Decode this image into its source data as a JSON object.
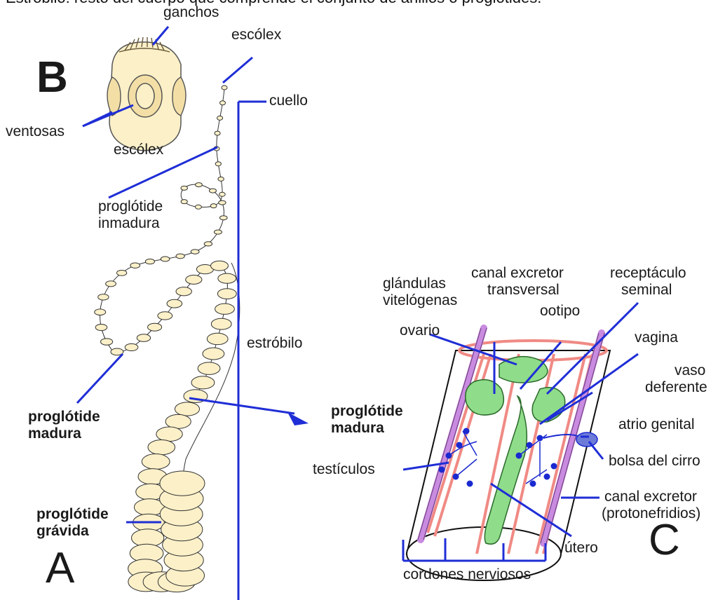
{
  "caption": "Estróbilo: resto del cuerpo que comprende el conjunto de anillos o proglótides.",
  "panel_labels": {
    "a": "A",
    "b": "B",
    "c": "C"
  },
  "labels": {
    "ganchos": "ganchos",
    "escolex_top": "escólex",
    "cuello": "cuello",
    "ventosas": "ventosas",
    "escolex_b": "escólex",
    "proglotide_inmadura_1": "proglótide",
    "proglotide_inmadura_2": "inmadura",
    "proglotide_madura_a_1": "proglótide",
    "proglotide_madura_a_2": "madura",
    "proglotide_gravida_1": "proglótide",
    "proglotide_gravida_2": "grávida",
    "estrobilo": "estróbilo",
    "proglotide_madura_c_1": "proglótide",
    "proglotide_madura_c_2": "madura",
    "glandulas_1": "glándulas",
    "glandulas_2": "vitelógenas",
    "canal_transversal_1": "canal excretor",
    "canal_transversal_2": "transversal",
    "receptaculo_1": "receptáculo",
    "receptaculo_2": "seminal",
    "ootipo": "ootipo",
    "ovario": "ovario",
    "vagina": "vagina",
    "vaso_1": "vaso",
    "vaso_2": "deferente",
    "atrio_genital": "atrio genital",
    "bolsa_cirro": "bolsa del cirro",
    "testiculos": "testículos",
    "canal_excretor_1": "canal excretor",
    "canal_excretor_2": "(protonefridios)",
    "utero": "útero",
    "cordones": "cordones nerviosos"
  },
  "colors": {
    "leader_line": "#1f2ed6",
    "segment_fill": "#fbf0c8",
    "outline": "#333333",
    "canal_purple": "#c98be0",
    "nerve_pink": "#f08a84",
    "gland_green": "#8fdc8a",
    "testis_blue": "#1a2ad0"
  }
}
